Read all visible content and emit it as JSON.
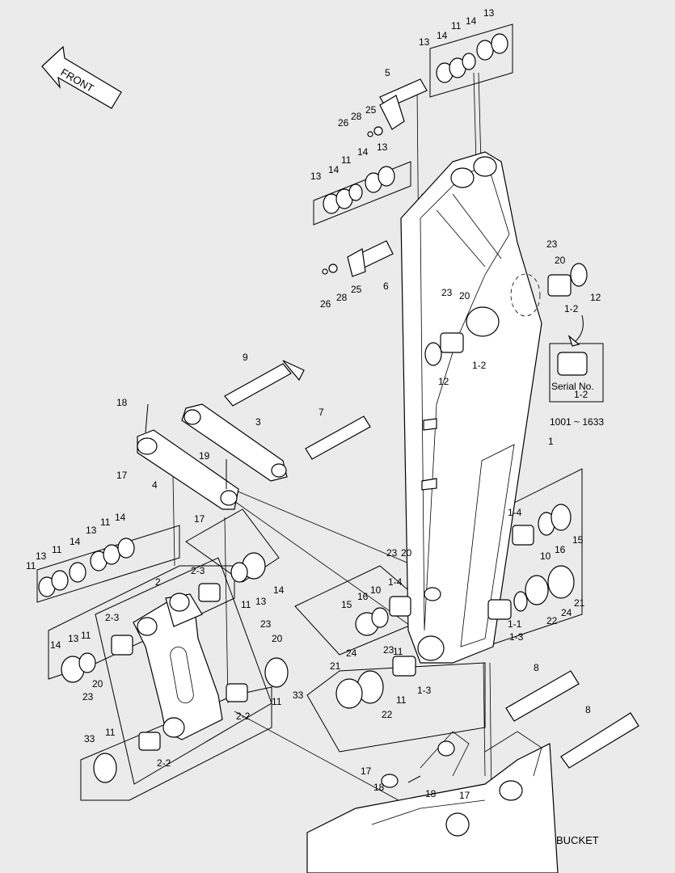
{
  "direction_label": "FRONT",
  "bucket_label": "BUCKET",
  "serial": {
    "line1": "Serial No.",
    "line2": "1001 ~ 1633"
  },
  "callouts": [
    {
      "t": "13"
    },
    {
      "t": "14"
    },
    {
      "t": "11"
    },
    {
      "t": "14"
    },
    {
      "t": "13"
    },
    {
      "t": "5"
    },
    {
      "t": "25"
    },
    {
      "t": "28"
    },
    {
      "t": "26"
    },
    {
      "t": "13"
    },
    {
      "t": "14"
    },
    {
      "t": "11"
    },
    {
      "t": "14"
    },
    {
      "t": "13"
    },
    {
      "t": "23"
    },
    {
      "t": "20"
    },
    {
      "t": "12"
    },
    {
      "t": "1-2"
    },
    {
      "t": "6"
    },
    {
      "t": "25"
    },
    {
      "t": "28"
    },
    {
      "t": "26"
    },
    {
      "t": "23"
    },
    {
      "t": "20"
    },
    {
      "t": "12"
    },
    {
      "t": "1-2"
    },
    {
      "t": "1-2"
    },
    {
      "t": "9"
    },
    {
      "t": "18"
    },
    {
      "t": "3"
    },
    {
      "t": "7"
    },
    {
      "t": "1"
    },
    {
      "t": "19"
    },
    {
      "t": "17"
    },
    {
      "t": "4"
    },
    {
      "t": "17"
    },
    {
      "t": "1-4"
    },
    {
      "t": "16"
    },
    {
      "t": "15"
    },
    {
      "t": "10"
    },
    {
      "t": "13"
    },
    {
      "t": "11"
    },
    {
      "t": "14"
    },
    {
      "t": "13"
    },
    {
      "t": "11"
    },
    {
      "t": "14"
    },
    {
      "t": "11"
    },
    {
      "t": "2-3"
    },
    {
      "t": "2"
    },
    {
      "t": "11"
    },
    {
      "t": "13"
    },
    {
      "t": "14"
    },
    {
      "t": "23"
    },
    {
      "t": "20"
    },
    {
      "t": "1-4"
    },
    {
      "t": "10"
    },
    {
      "t": "16"
    },
    {
      "t": "15"
    },
    {
      "t": "21"
    },
    {
      "t": "22"
    },
    {
      "t": "24"
    },
    {
      "t": "1-1"
    },
    {
      "t": "1-3"
    },
    {
      "t": "2-3"
    },
    {
      "t": "14"
    },
    {
      "t": "13"
    },
    {
      "t": "11"
    },
    {
      "t": "23"
    },
    {
      "t": "20"
    },
    {
      "t": "23"
    },
    {
      "t": "11"
    },
    {
      "t": "24"
    },
    {
      "t": "21"
    },
    {
      "t": "1-3"
    },
    {
      "t": "11"
    },
    {
      "t": "22"
    },
    {
      "t": "20"
    },
    {
      "t": "23"
    },
    {
      "t": "11"
    },
    {
      "t": "33"
    },
    {
      "t": "2-2"
    },
    {
      "t": "8"
    },
    {
      "t": "8"
    },
    {
      "t": "33"
    },
    {
      "t": "11"
    },
    {
      "t": "2-2"
    },
    {
      "t": "17"
    },
    {
      "t": "18"
    },
    {
      "t": "17"
    },
    {
      "t": "18"
    }
  ]
}
